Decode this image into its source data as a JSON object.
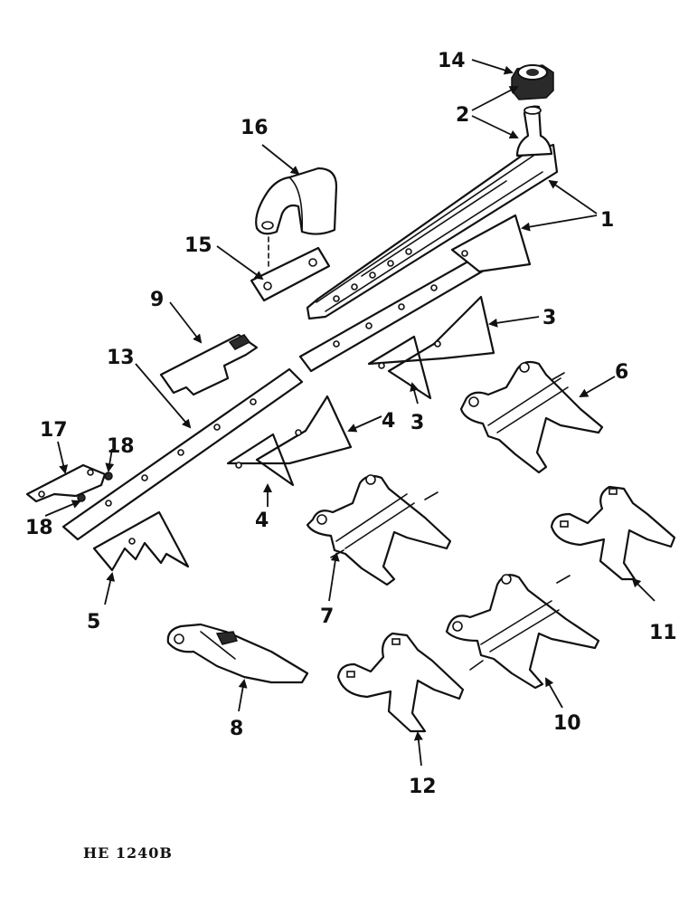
{
  "figure_code": "HE 1240B",
  "callouts": {
    "c1": "1",
    "c2": "2",
    "c3a": "3",
    "c3b": "3",
    "c4a": "4",
    "c4b": "4",
    "c5": "5",
    "c6": "6",
    "c7": "7",
    "c8": "8",
    "c9": "9",
    "c10": "10",
    "c11": "11",
    "c12": "12",
    "c13": "13",
    "c14": "14",
    "c15": "15",
    "c16": "16",
    "c17": "17",
    "c18a": "18",
    "c18b": "18"
  },
  "colors": {
    "ink": "#111111",
    "paper": "#ffffff"
  }
}
